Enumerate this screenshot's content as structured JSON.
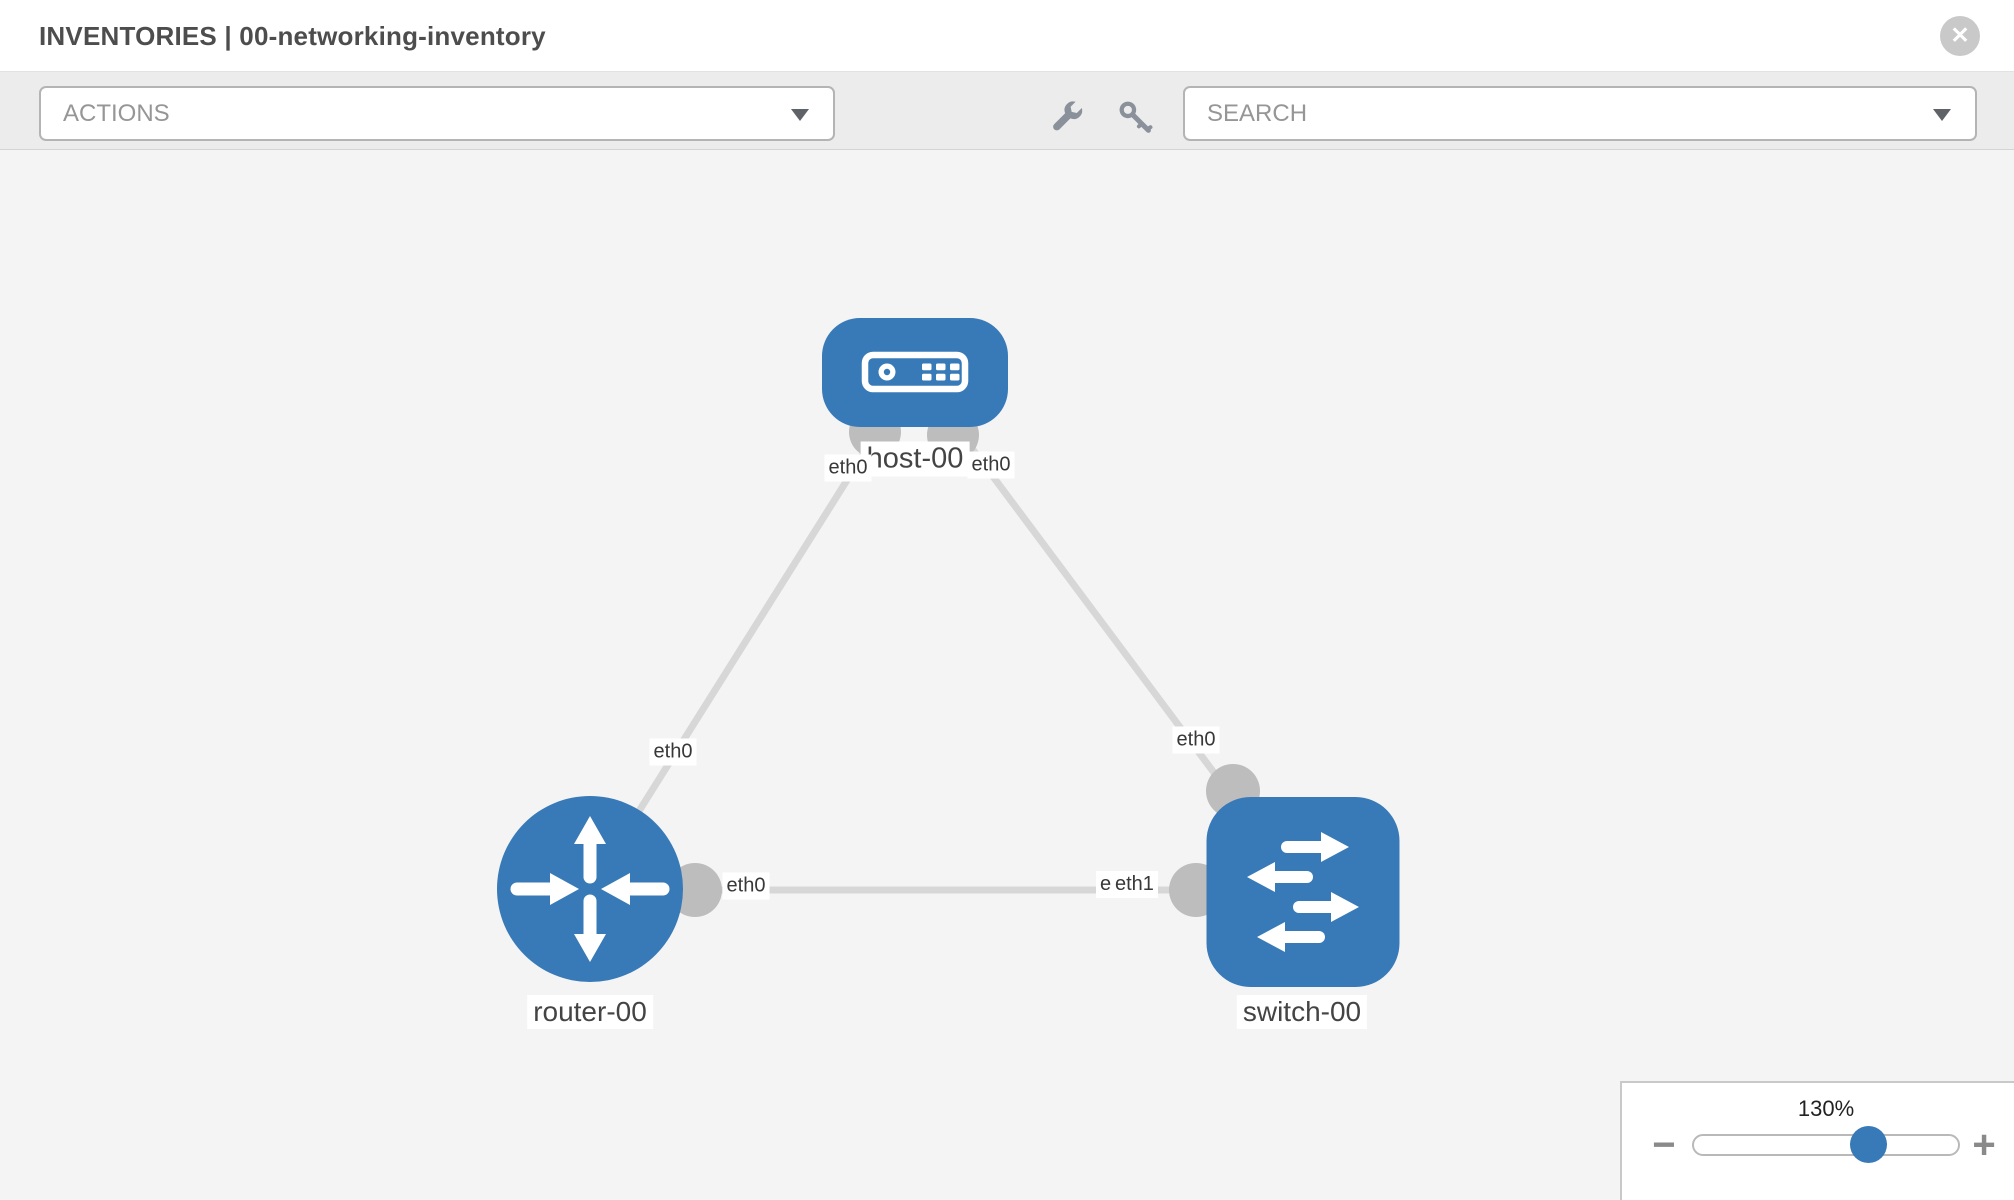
{
  "header": {
    "title": "INVENTORIES | 00-networking-inventory",
    "close_glyph": "✕"
  },
  "toolbar": {
    "actions_label": "ACTIONS",
    "search_label": "SEARCH",
    "icons": {
      "wrench": "wrench-icon",
      "key": "key-icon",
      "caret": "chevron-down-icon"
    }
  },
  "topology": {
    "nodes": [
      {
        "id": "host-00",
        "type": "host",
        "label": "host-00",
        "icon": "server-icon"
      },
      {
        "id": "router-00",
        "type": "router",
        "label": "router-00",
        "icon": "router-arrows-icon"
      },
      {
        "id": "switch-00",
        "type": "switch",
        "label": "switch-00",
        "icon": "switch-arrows-icon"
      }
    ],
    "links": [
      {
        "from": "router-00",
        "to": "host-00",
        "label_near_from": "eth0",
        "label_near_to": "eth0"
      },
      {
        "from": "host-00",
        "to": "switch-00",
        "label_near_from": "eth0",
        "label_near_to": "eth0"
      },
      {
        "from": "router-00",
        "to": "switch-00",
        "label_near_from": "eth0",
        "label_near_to": "eth1",
        "label_near_to_underlap": "eth0"
      }
    ]
  },
  "zoom_control": {
    "level": "130%",
    "minus_glyph": "−",
    "plus_glyph": "+"
  },
  "colors": {
    "node_blue": "#377ab7",
    "link_gray": "#d7d7d7",
    "port_dot_gray": "#bdbdbd",
    "canvas_bg": "#f4f4f5",
    "toolbar_bg": "#ececec"
  }
}
